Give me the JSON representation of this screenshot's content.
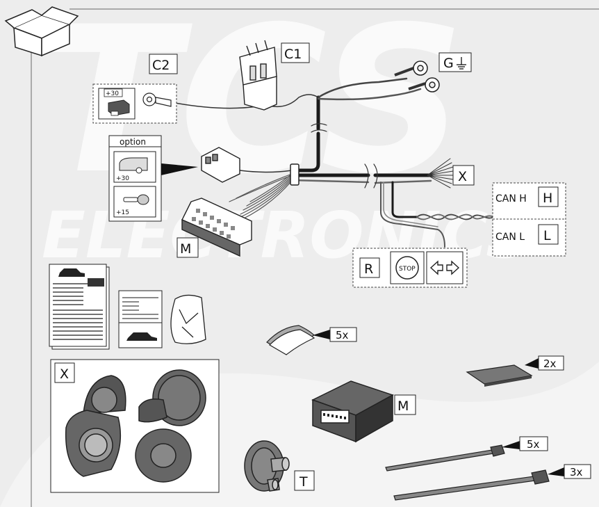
{
  "watermark": {
    "line1": "TCS",
    "line2": "ELECTRONICS"
  },
  "callouts": {
    "c1": "C1",
    "c2": "C2",
    "g": "G",
    "x_top": "X",
    "h": "H",
    "l": "L",
    "m_top": "M",
    "r": "R",
    "x_bottom": "X",
    "m_bottom": "M",
    "t": "T"
  },
  "can": {
    "high": "CAN H",
    "low": "CAN L"
  },
  "option_box": {
    "title": "option",
    "trailer_value": "+30",
    "ignition_value": "+15"
  },
  "c2_box": {
    "value": "+30"
  },
  "stop_sign": "STOP",
  "quantities": {
    "pads": "5x",
    "tape": "2x",
    "ties_short": "5x",
    "ties_long": "3x"
  },
  "colors": {
    "background": "#ededed",
    "line": "#222222",
    "part_dark": "#4a4a4a",
    "part_mid": "#8a8a8a",
    "watermark": "#ffffff"
  }
}
